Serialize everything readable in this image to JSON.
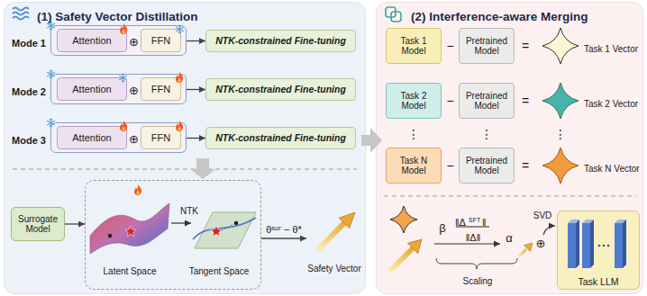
{
  "diagram": {
    "nodes": [
      {
        "text": [
          "(1) Safety Vector Distillation"
        ]
      },
      {
        "text": [
          "Mode 1"
        ],
        "in": 0
      },
      {
        "text": [
          "Attention"
        ],
        "in": 1
      },
      {
        "text": [
          "FFN"
        ],
        "in": 1
      },
      {
        "text": [
          "NTK-constrained Fine-tuning"
        ],
        "in": 0
      },
      {
        "text": [
          "Mode 2"
        ],
        "in": 0
      },
      {
        "text": [
          "Attention"
        ],
        "in": 5
      },
      {
        "text": [
          "FFN"
        ],
        "in": 5
      },
      {
        "text": [
          "NTK-constrained Fine-tuning"
        ],
        "in": 0
      },
      {
        "text": [
          "Mode 3"
        ],
        "in": 0
      },
      {
        "text": [
          "Attention"
        ],
        "in": 9
      },
      {
        "text": [
          "FFN"
        ],
        "in": 9
      },
      {
        "text": [
          "NTK-constrained Fine-tuning"
        ],
        "in": 0
      },
      {
        "text": [
          "Surrogate Model"
        ],
        "in": 0
      },
      {
        "text": [
          "Latent Space",
          "NTK",
          "Tangent Space"
        ],
        "in": 0
      },
      {
        "text": [
          "Safety Vector"
        ],
        "in": 0
      },
      {
        "text": [
          "(2) Interference-aware Merging"
        ]
      },
      {
        "text": [
          "Task 1 Model"
        ],
        "in": 16
      },
      {
        "text": [
          "Pretrained Model"
        ],
        "in": 16
      },
      {
        "text": [
          "Task 1 Vector"
        ],
        "in": 16
      },
      {
        "text": [
          "Task 2 Model"
        ],
        "in": 16
      },
      {
        "text": [
          "Pretrained Model"
        ],
        "in": 16
      },
      {
        "text": [
          "Task 2 Vector"
        ],
        "in": 16
      },
      {
        "text": [
          "Task N Model"
        ],
        "in": 16
      },
      {
        "text": [
          "Pretrained Model"
        ],
        "in": 16
      },
      {
        "text": [
          "Task N Vector"
        ],
        "in": 16
      },
      {
        "text": [
          "Task LLM"
        ],
        "in": 16
      }
    ],
    "edges": [
      {
        "from": 1,
        "to": 4,
        "arrow": "to"
      },
      {
        "from": 5,
        "to": 8,
        "arrow": "to"
      },
      {
        "from": 9,
        "to": 12,
        "arrow": "to"
      },
      {
        "from": 13,
        "to": 14,
        "arrow": "to"
      },
      {
        "from": 14,
        "to": 15,
        "label": "θˢᵘʳ − θ*",
        "arrow": "to"
      }
    ],
    "labels": [
      "⊕",
      "⊕",
      "⊕",
      "−",
      "=",
      "−",
      "=",
      "⋮",
      "⋮",
      "⋮",
      "−",
      "=",
      "β",
      "‖Δ",
      "SFT",
      "‖",
      "‖Δ‖",
      "α",
      "⊕",
      "SVD",
      "Scaling"
    ]
  }
}
